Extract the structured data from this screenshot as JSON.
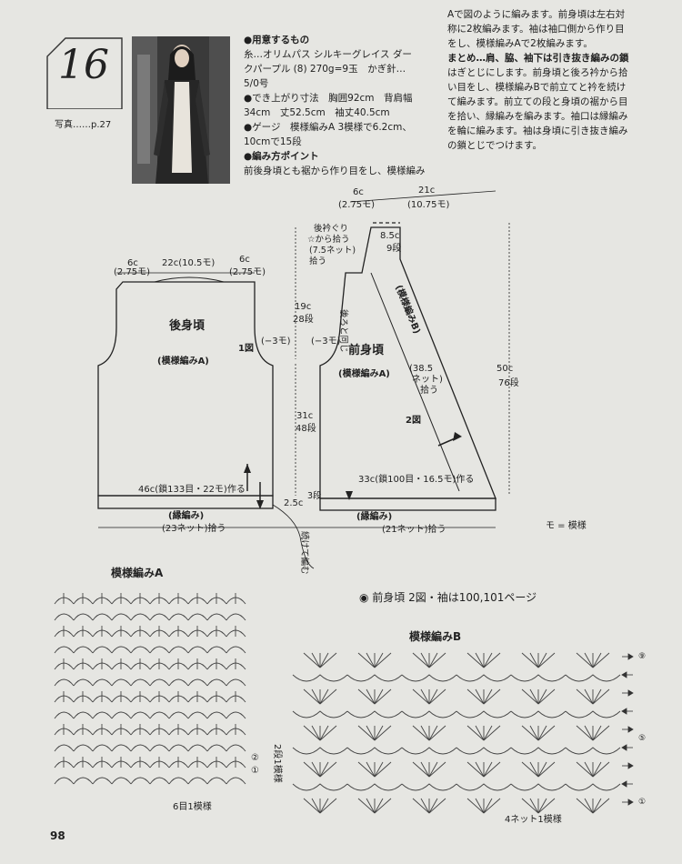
{
  "pattern_number": "16",
  "photo_ref": "写真……p.27",
  "materials": [
    "●用意するもの",
    "糸…オリムパス シルキーグレイス ダー",
    "クパープル (8) 270g=9玉　かぎ針…",
    "5/0号",
    "●でき上がり寸法　胸囲92cm　背肩幅",
    "34cm　丈52.5cm　袖丈40.5cm",
    "●ゲージ　模様編みA 3模様で6.2cm、",
    "10cmで15段",
    "●編み方ポイント",
    "前後身頃とも裾から作り目をし、模様編み"
  ],
  "instructions": [
    "Aで図のように編みます。前身頃は左右対",
    "称に2枚編みます。袖は袖口側から作り目",
    "をし、模様編みAで2枚編みます。",
    "まとめ…肩、脇、袖下は引き抜き編みの鎖",
    "はぎとじにします。前身頃と後ろ衿から拾",
    "い目をし、模様編みBで前立てと衿を続け",
    "て編みます。前立ての段と身頃の裾から目",
    "を拾い、縁編みを編みます。袖口は縁編み",
    "を輪に編みます。袖は身頃に引き抜き編み",
    "の鎖とじでつけます。"
  ],
  "back": {
    "title": "後身頃",
    "stitch": "(模様編みA)",
    "fig": "1図",
    "armhole_dec": "(−3モ)",
    "shoulder_left_cm": "6c",
    "shoulder_left_mo": "(2.75モ)",
    "neck": "22c(10.5モ)",
    "shoulder_right_cm": "6c",
    "shoulder_right_mo": "(2.75モ)",
    "width": "46c(鎖133目・22モ)作る",
    "border": "(縁編み)",
    "pickup": "(23ネット)拾う"
  },
  "front": {
    "title": "前身頃",
    "stitch": "(模様編みA)",
    "fig": "2図",
    "armhole_dec": "(−3モ)",
    "same_as_back": "後ろと同じ",
    "band_label": "(模様編みB)",
    "band_pick_cm": "(38.5",
    "band_pick_net": "ネット)",
    "band_pick_verb": "拾う",
    "top_cm": "6c",
    "top_mo": "(2.75モ)",
    "top_21": "21c",
    "top_21_mo": "(10.75モ)",
    "collar_h": "8.5c",
    "collar_rows": "9段",
    "collar_pick_1": "後衿ぐり",
    "collar_pick_2": "☆から拾う",
    "collar_pick_3": "(7.5ネット)",
    "collar_pick_4": "拾う",
    "length_cm": "50c",
    "length_rows": "76段",
    "width": "33c(鎖100目・16.5モ)作る",
    "border": "(縁編み)",
    "pickup": "(21ネット)拾う"
  },
  "middle": {
    "armhole_h": "19c",
    "armhole_rows": "28段",
    "body_h": "31c",
    "body_rows": "48段",
    "border_h": "2.5c",
    "border_rows": "3段",
    "continue": "続けて編む"
  },
  "legend": "モ = 模様",
  "pattern_a": {
    "title": "模様編みA",
    "repeat": "6目1模様",
    "rows_label": "2段1模様",
    "row1": "①",
    "row2": "②"
  },
  "reference": "◉ 前身頃 2図・袖は100,101ページ",
  "pattern_b": {
    "title": "模様編みB",
    "repeat": "4ネット1模様",
    "row_labels": [
      "⑨",
      "⑤",
      "①"
    ]
  },
  "page_number": "98"
}
